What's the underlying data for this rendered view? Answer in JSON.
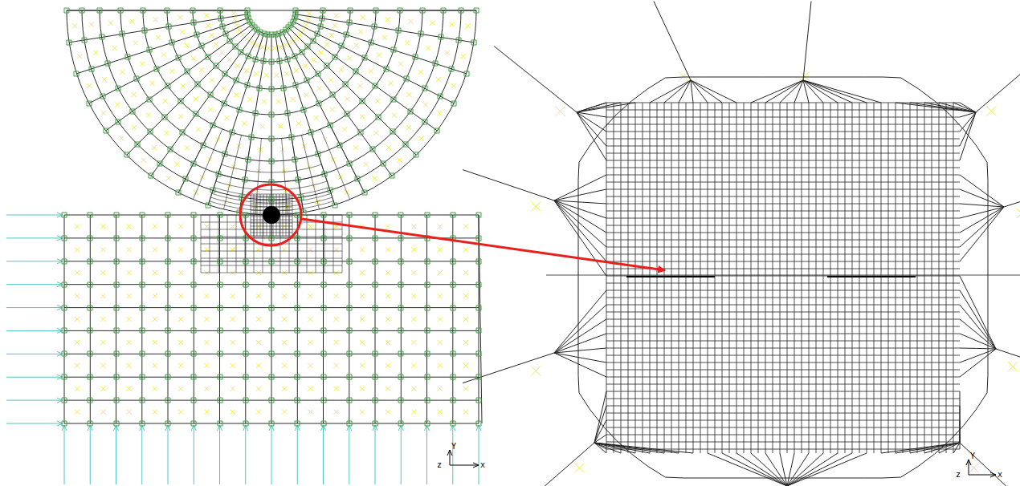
{
  "diagram": {
    "labels": [
      "Y",
      "z",
      "x",
      "Y",
      "z",
      "x"
    ]
  }
}
